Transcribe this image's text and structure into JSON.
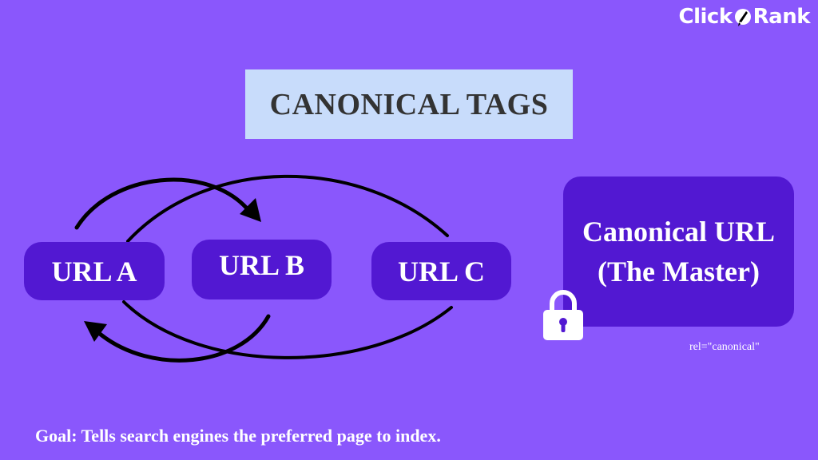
{
  "logo": {
    "text_left": "Click",
    "text_right": "Rank"
  },
  "title": "CANONICAL TAGS",
  "urls": [
    {
      "label": "URL A"
    },
    {
      "label": "URL B"
    },
    {
      "label": "URL C"
    }
  ],
  "canonical": {
    "line1": "Canonical URL",
    "line2": "(The Master)",
    "rel": "rel=\"canonical\"",
    "icon": "lock-icon"
  },
  "goal": "Goal: Tells search engines the preferred page to index.",
  "colors": {
    "background": "#8a57fc",
    "pill": "#5218d2",
    "title_box": "#c8dcfb",
    "title_text": "#333333",
    "text": "#ffffff",
    "arrow": "#000000"
  }
}
